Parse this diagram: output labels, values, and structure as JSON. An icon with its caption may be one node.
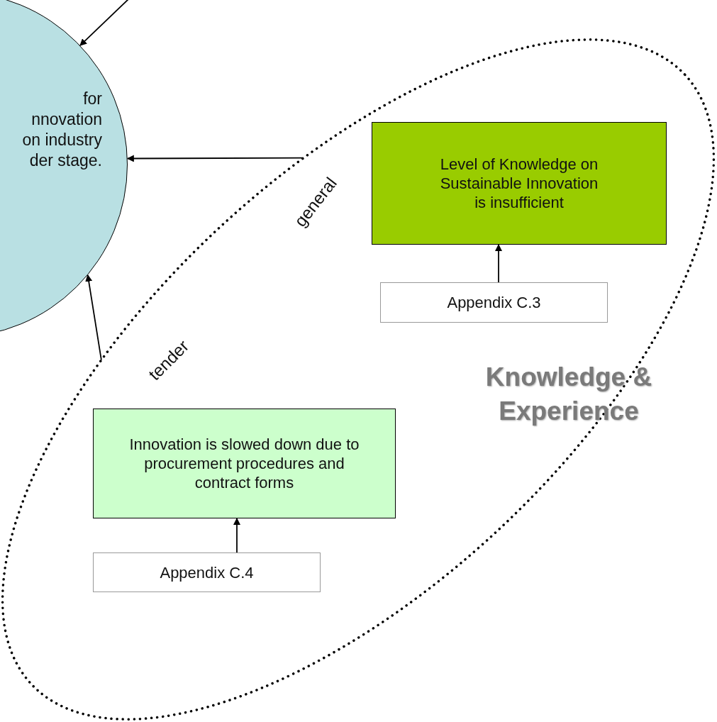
{
  "diagram": {
    "nodes": [
      {
        "text": [
          "for nnovation on industry der stage."
        ]
      },
      {
        "text": [
          "Knowledge & Experience"
        ]
      },
      {
        "text": [
          "Level of Knowledge on Sustainable Innovation is insufficient"
        ],
        "in": 1
      },
      {
        "text": [
          "Appendix C.3"
        ],
        "in": 1
      },
      {
        "text": [
          "Innovation is slowed down due to procurement procedures and contract forms"
        ],
        "in": 1
      },
      {
        "text": [
          "Appendix C.4"
        ],
        "in": 1
      }
    ],
    "edges": [
      {
        "from": null,
        "to": 0,
        "arrow": "to"
      },
      {
        "from": 1,
        "to": 0,
        "arrow": "to",
        "label": "general"
      },
      {
        "from": 1,
        "to": 0,
        "arrow": "to",
        "label": "tender"
      },
      {
        "from": 3,
        "to": 2,
        "arrow": "to"
      },
      {
        "from": 5,
        "to": 4,
        "arrow": "to"
      }
    ]
  }
}
